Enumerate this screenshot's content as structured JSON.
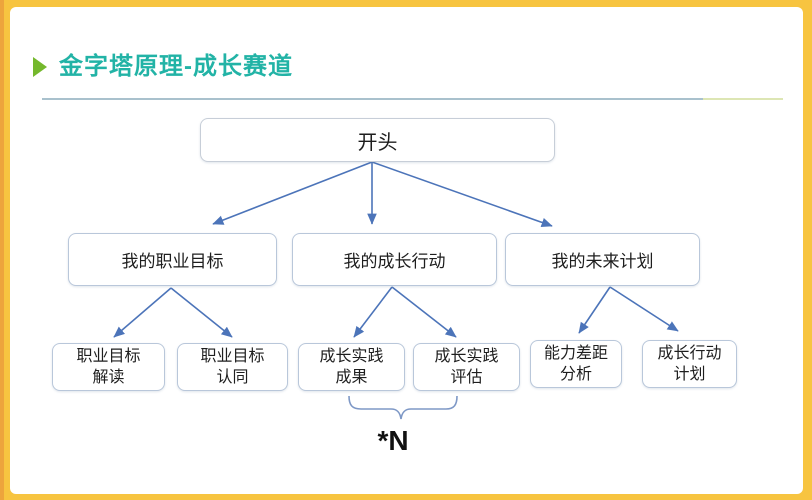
{
  "slide": {
    "title": "金字塔原理-成长赛道",
    "colors": {
      "frame_yellow": "#f7c440",
      "frame_edge_orange": "#eda43c",
      "title_teal": "#22b3a6",
      "bullet_green": "#74b82c",
      "divider_gray_blue": "#a9c1cd",
      "divider_pale_green": "#dde6b4",
      "arrow_blue": "#4c74b9",
      "box_border": "#b9c7da"
    }
  },
  "diagram": {
    "root": {
      "label": "开头"
    },
    "branches": [
      {
        "label": "我的职业目标",
        "children": [
          {
            "label": "职业目标\n解读"
          },
          {
            "label": "职业目标\n认同"
          }
        ]
      },
      {
        "label": "我的成长行动",
        "children": [
          {
            "label": "成长实践\n成果"
          },
          {
            "label": "成长实践\n评估"
          }
        ]
      },
      {
        "label": "我的未来计划",
        "children": [
          {
            "label": "能力差距\n分析"
          },
          {
            "label": "成长行动\n计划"
          }
        ]
      }
    ],
    "annotation": "*N"
  }
}
